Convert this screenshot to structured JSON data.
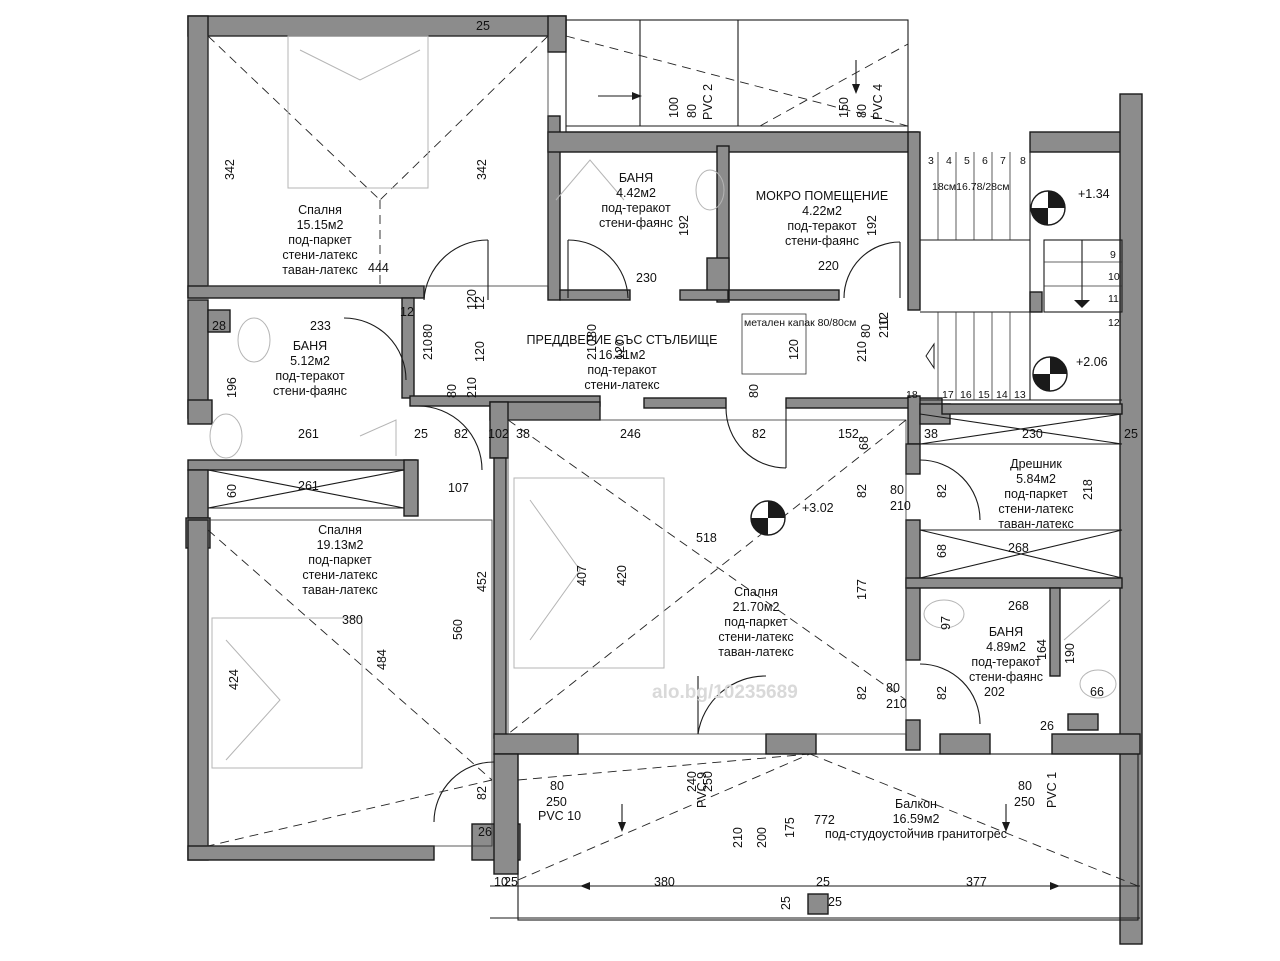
{
  "rooms": [
    {
      "lines": [
        "Спалня",
        "15.15м2",
        "под-паркет",
        "стени-латекс",
        "таван-латекс"
      ]
    },
    {
      "lines": [
        "БАНЯ",
        "4.42м2",
        "под-теракот",
        "стени-фаянс"
      ]
    },
    {
      "lines": [
        "МОКРО ПОМЕЩЕНИЕ",
        "4.22м2",
        "под-теракот",
        "стени-фаянс"
      ]
    },
    {
      "lines": [
        "БАНЯ",
        "5.12м2",
        "под-теракот",
        "стени-фаянс"
      ]
    },
    {
      "lines": [
        "ПРЕДДВЕРИЕ СЪС СТЪЛБИЩЕ",
        "16.31м2",
        "под-теракот",
        "стени-латекс"
      ]
    },
    {
      "lines": [
        "Спалня",
        "19.13м2",
        "под-паркет",
        "стени-латекс",
        "таван-латекс"
      ]
    },
    {
      "lines": [
        "Спалня",
        "21.70м2",
        "под-паркет",
        "стени-латекс",
        "таван-латекс"
      ]
    },
    {
      "lines": [
        "Дрешник",
        "5.84м2",
        "под-паркет",
        "стени-латекс",
        "таван-латекс"
      ]
    },
    {
      "lines": [
        "БАНЯ",
        "4.89м2",
        "под-теракот",
        "стени-фаянс"
      ]
    },
    {
      "lines": [
        "Балкон",
        "16.59м2",
        "под-студоустойчив гранитогрес"
      ]
    }
  ],
  "windows": [
    "PVC 2",
    "PVC 4",
    "PVC 9",
    "PVC 1",
    "PVC 10"
  ],
  "levels": [
    "+1.34",
    "+2.06",
    "+3.02"
  ],
  "notes": {
    "hatch": "метален капак 80/80см",
    "steps": "18см16.78/28см"
  },
  "stair_numbers": [
    "3",
    "4",
    "5",
    "6",
    "7",
    "8",
    "9",
    "10",
    "11",
    "12",
    "13",
    "14",
    "15",
    "16",
    "17",
    "18"
  ],
  "dimensions": [
    "25",
    "342",
    "342",
    "444",
    "100",
    "80",
    "150",
    "80",
    "192",
    "230",
    "192",
    "220",
    "28",
    "233",
    "196",
    "261",
    "80",
    "210",
    "120",
    "80",
    "210",
    "120",
    "80",
    "210",
    "12",
    "12",
    "120",
    "80",
    "210",
    "120",
    "12",
    "210",
    "80",
    "25",
    "82",
    "102",
    "38",
    "246",
    "82",
    "152",
    "68",
    "38",
    "230",
    "25",
    "60",
    "261",
    "107",
    "82",
    "80",
    "210",
    "82",
    "218",
    "518",
    "407",
    "420",
    "452",
    "560",
    "380",
    "424",
    "484",
    "177",
    "68",
    "268",
    "268",
    "97",
    "164",
    "190",
    "82",
    "80",
    "210",
    "82",
    "202",
    "66",
    "26",
    "80",
    "250",
    "240",
    "250",
    "82",
    "26",
    "772",
    "175",
    "200",
    "210",
    "80",
    "250",
    "10",
    "25",
    "380",
    "25",
    "377",
    "25",
    "25"
  ],
  "watermark": "alo.bg/10235689",
  "colors": {
    "wall": "#8c8c8c",
    "line": "#1a1a1a"
  }
}
